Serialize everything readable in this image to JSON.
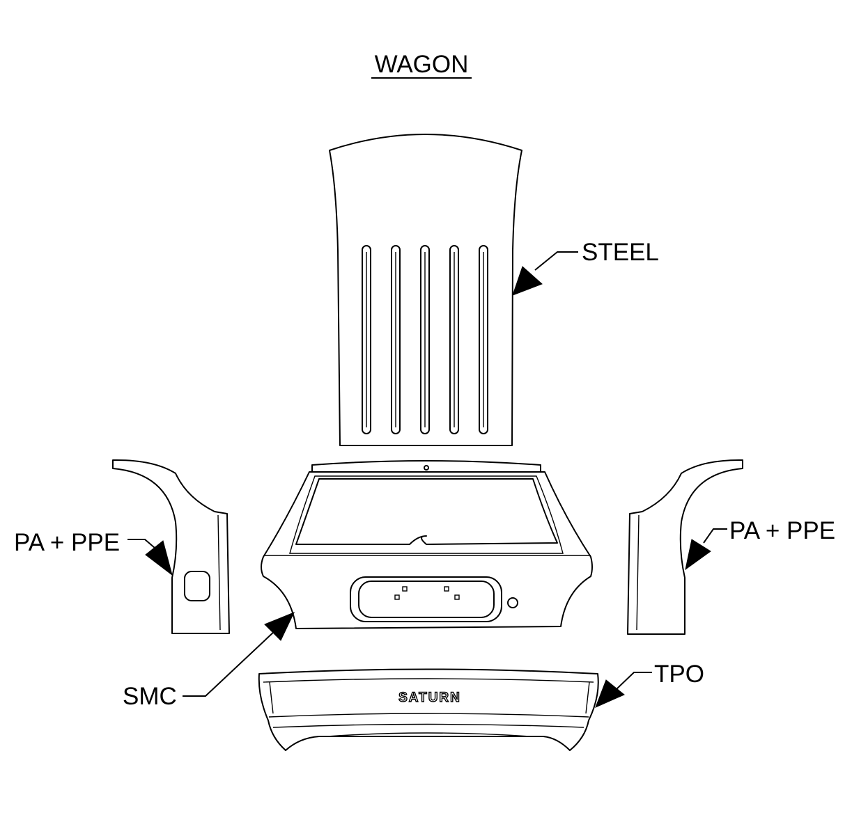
{
  "diagram": {
    "title": "WAGON",
    "labels": {
      "roof": "STEEL",
      "left_quarter": "PA + PPE",
      "right_quarter": "PA + PPE",
      "liftgate": "SMC",
      "bumper": "TPO"
    },
    "bumper_badge": "SATURN"
  }
}
